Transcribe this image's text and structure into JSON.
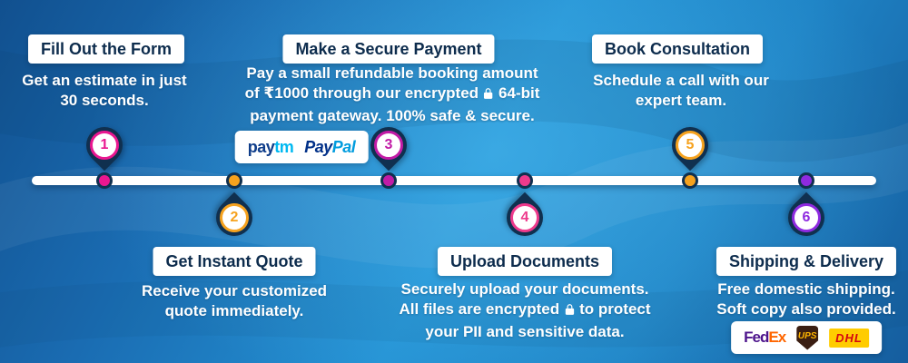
{
  "steps": [
    {
      "number": "1",
      "title": "Fill Out the Form",
      "lines": [
        "Get an estimate in just",
        "30 seconds."
      ],
      "color": "#ea1790"
    },
    {
      "number": "2",
      "title": "Get Instant Quote",
      "lines": [
        "Receive your customized",
        "quote immediately."
      ],
      "color": "#f6a21e"
    },
    {
      "number": "3",
      "title": "Make a Secure Payment",
      "lines": [
        "Pay a small refundable booking amount",
        "of ₹1000 through our encrypted",
        "64-bit",
        "payment gateway. 100% safe & secure."
      ],
      "color": "#c21ba6"
    },
    {
      "number": "4",
      "title": "Upload Documents",
      "lines": [
        "Securely upload your documents.",
        "All files are encrypted",
        "to protect",
        "your PII and sensitive data."
      ],
      "color": "#ee3a8c"
    },
    {
      "number": "5",
      "title": "Book Consultation",
      "lines": [
        "Schedule a call with our",
        "expert team."
      ],
      "color": "#f6a21e"
    },
    {
      "number": "6",
      "title": "Shipping & Delivery",
      "lines": [
        "Free domestic shipping.",
        "Soft copy also provided."
      ],
      "color": "#8e2ae0"
    }
  ],
  "logos": {
    "paytm": {
      "pay": "pay",
      "tm": "tm"
    },
    "paypal": {
      "pay": "Pay",
      "pal": "Pal"
    },
    "fedex": {
      "fed": "Fed",
      "ex": "Ex"
    },
    "ups_label": "UPS",
    "dhl_label": "DHL"
  },
  "colors": {
    "background_dark": "#11508f",
    "background_light": "#2b9fdb",
    "pin_outline": "#10304f",
    "timeline": "#ffffff",
    "title_text": "#0d2c4d",
    "body_text": "#ffffff"
  }
}
